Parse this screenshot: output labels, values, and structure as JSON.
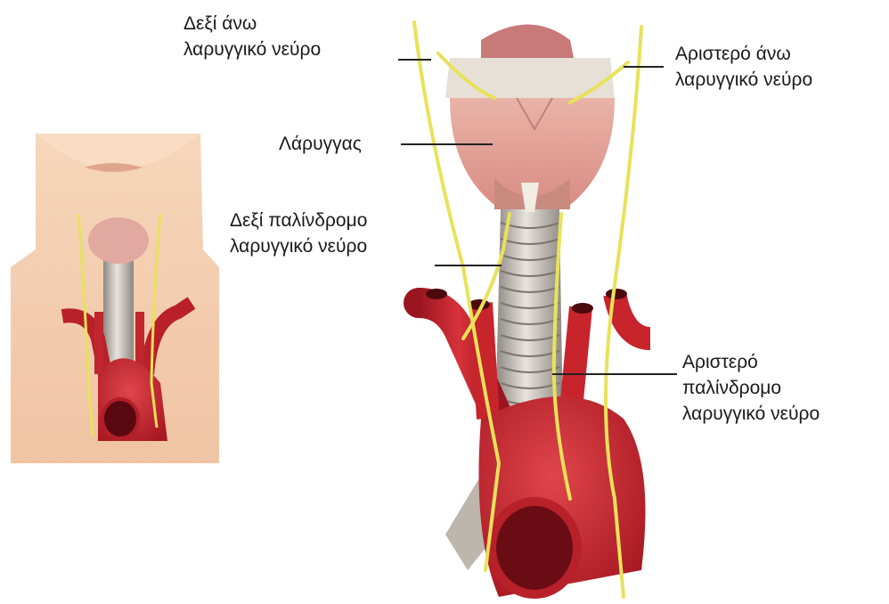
{
  "labels": {
    "right_superior": [
      "Δεξί άνω",
      "λαρυγγικό νεύρο"
    ],
    "left_superior": [
      "Αριστερό άνω",
      "λαρυγγικό νεύρο"
    ],
    "larynx": "Λάρυγγας",
    "right_recurrent": [
      "Δεξί παλίνδρομο",
      "λαρυγγικό νεύρο"
    ],
    "left_recurrent": [
      "Αριστερό",
      "παλίνδρομο",
      "λαρυγγικό νεύρο"
    ]
  },
  "colors": {
    "nerve": "#e8e25a",
    "artery": "#c8242c",
    "artery_dark": "#8e121a",
    "cartilage": "#d9d2c8",
    "larynx": "#e2a39a",
    "skin": "#f2c8a8",
    "leader_line": "#222222"
  }
}
